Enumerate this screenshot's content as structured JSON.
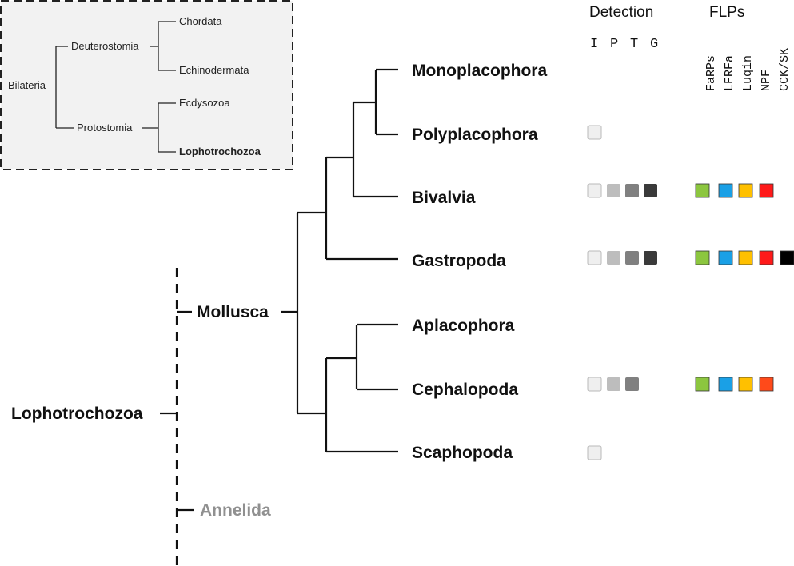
{
  "inset": {
    "root": "Bilateria",
    "deuterostomia": "Deuterostomia",
    "protostomia": "Protostomia",
    "chordata": "Chordata",
    "echinodermata": "Echinodermata",
    "ecdysozoa": "Ecdysozoa",
    "lophotrochozoa": "Lophotrochozoa"
  },
  "tree": {
    "root": "Lophotrochozoa",
    "mollusca": "Mollusca",
    "annelida": "Annelida",
    "taxa": [
      {
        "name": "Monoplacophora",
        "detection": [],
        "flps": []
      },
      {
        "name": "Polyplacophora",
        "detection": [
          "I"
        ],
        "flps": []
      },
      {
        "name": "Bivalvia",
        "detection": [
          "I",
          "P",
          "T",
          "G"
        ],
        "flps": [
          "FaRPs",
          "LFRFa",
          "Luqin",
          "NPF"
        ]
      },
      {
        "name": "Gastropoda",
        "detection": [
          "I",
          "P",
          "T",
          "G"
        ],
        "flps": [
          "FaRPs",
          "LFRFa",
          "Luqin",
          "NPF",
          "CCK/SK"
        ]
      },
      {
        "name": "Aplacophora",
        "detection": [],
        "flps": []
      },
      {
        "name": "Cephalopoda",
        "detection": [
          "I",
          "P",
          "T"
        ],
        "flps": [
          "FaRPs",
          "LFRFa",
          "Luqin",
          "NPF"
        ]
      },
      {
        "name": "Scaphopoda",
        "detection": [
          "I"
        ],
        "flps": []
      }
    ]
  },
  "detection": {
    "header": "Detection",
    "methods": [
      "I",
      "P",
      "T",
      "G"
    ],
    "colors": {
      "I": "#efefef",
      "P": "#bdbdbd",
      "T": "#808080",
      "G": "#3a3a3a"
    }
  },
  "flps": {
    "header": "FLPs",
    "families": [
      "FaRPs",
      "LFRFa",
      "Luqin",
      "NPF",
      "CCK/SK"
    ],
    "colors": {
      "FaRPs": "#8cc63f",
      "LFRFa": "#1aa0e6",
      "Luqin": "#ffc000",
      "NPF": "#ff1a1a",
      "CCK/SK": "#000000"
    },
    "cephalopoda_npf_color": "#ff4a1a"
  }
}
